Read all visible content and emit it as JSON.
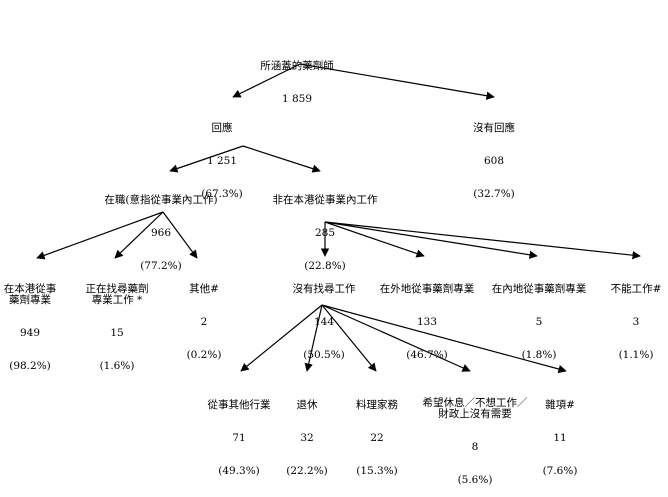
{
  "tree": {
    "root": {
      "label": "所涵蓋的藥劑師",
      "count": "1 859"
    },
    "responded": {
      "label": "回應",
      "count": "1 251",
      "pct": "(67.3%)"
    },
    "no_response": {
      "label": "沒有回應",
      "count": "608",
      "pct": "(32.7%)"
    },
    "employed": {
      "label": "在職(意指從事業內工作)",
      "count": "966",
      "pct": "(77.2%)"
    },
    "not_practising_hk": {
      "label": "非在本港從事業內工作",
      "count": "285",
      "pct": "(22.8%)"
    },
    "hk_pharmacy": {
      "label": "在本港從事\n藥劑專業",
      "count": "949",
      "pct": "(98.2%)"
    },
    "seeking_pharmacy": {
      "label": "正在找尋藥劑\n專業工作 *",
      "count": "15",
      "pct": "(1.6%)"
    },
    "others_a": {
      "label": "其他#",
      "count": "2",
      "pct": "(0.2%)"
    },
    "not_seeking": {
      "label": "沒有找尋工作",
      "count": "144",
      "pct": "(50.5%)"
    },
    "overseas": {
      "label": "在外地從事藥劑專業",
      "count": "133",
      "pct": "(46.7%)"
    },
    "mainland": {
      "label": "在內地從事藥劑專業",
      "count": "5",
      "pct": "(1.8%)"
    },
    "unable": {
      "label": "不能工作#",
      "count": "3",
      "pct": "(1.1%)"
    },
    "other_job": {
      "label": "從事其他行業",
      "count": "71",
      "pct": "(49.3%)"
    },
    "retired": {
      "label": "退休",
      "count": "32",
      "pct": "(22.2%)"
    },
    "housework": {
      "label": "料理家務",
      "count": "22",
      "pct": "(15.3%)"
    },
    "rest": {
      "label": "希望休息／不想工作／\n財政上沒有需要",
      "count": "8",
      "pct": "(5.6%)"
    },
    "misc": {
      "label": "雜項#",
      "count": "11",
      "pct": "(7.6%)"
    }
  }
}
